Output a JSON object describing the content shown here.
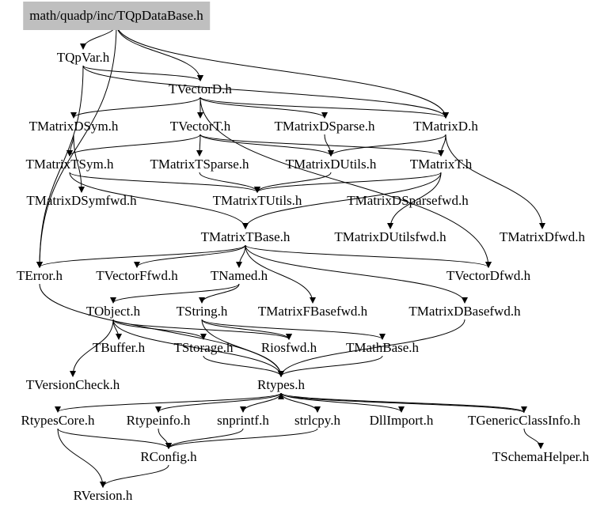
{
  "root": "math/quadp/inc/TQpDataBase.h",
  "nodes": [
    {
      "id": "root",
      "label": "math/quadp/inc/TQpDataBase.h"
    },
    {
      "id": "TQpVar",
      "label": "TQpVar.h"
    },
    {
      "id": "TVectorD",
      "label": "TVectorD.h"
    },
    {
      "id": "TMatrixDSym",
      "label": "TMatrixDSym.h"
    },
    {
      "id": "TVectorT",
      "label": "TVectorT.h"
    },
    {
      "id": "TMatrixDSparse",
      "label": "TMatrixDSparse.h"
    },
    {
      "id": "TMatrixD",
      "label": "TMatrixD.h"
    },
    {
      "id": "TMatrixTSym",
      "label": "TMatrixTSym.h"
    },
    {
      "id": "TMatrixTSparse",
      "label": "TMatrixTSparse.h"
    },
    {
      "id": "TMatrixDUtils",
      "label": "TMatrixDUtils.h"
    },
    {
      "id": "TMatrixT",
      "label": "TMatrixT.h"
    },
    {
      "id": "TMatrixDSymfwd",
      "label": "TMatrixDSymfwd.h"
    },
    {
      "id": "TMatrixTUtils",
      "label": "TMatrixTUtils.h"
    },
    {
      "id": "TMatrixDSparsefwd",
      "label": "TMatrixDSparsefwd.h"
    },
    {
      "id": "TMatrixTBase",
      "label": "TMatrixTBase.h"
    },
    {
      "id": "TMatrixDUtilsfwd",
      "label": "TMatrixDUtilsfwd.h"
    },
    {
      "id": "TMatrixDfwd",
      "label": "TMatrixDfwd.h"
    },
    {
      "id": "TError",
      "label": "TError.h"
    },
    {
      "id": "TVectorFfwd",
      "label": "TVectorFfwd.h"
    },
    {
      "id": "TNamed",
      "label": "TNamed.h"
    },
    {
      "id": "TVectorDfwd",
      "label": "TVectorDfwd.h"
    },
    {
      "id": "TObject",
      "label": "TObject.h"
    },
    {
      "id": "TString",
      "label": "TString.h"
    },
    {
      "id": "TMatrixFBasefwd",
      "label": "TMatrixFBasefwd.h"
    },
    {
      "id": "TMatrixDBasefwd",
      "label": "TMatrixDBasefwd.h"
    },
    {
      "id": "TBuffer",
      "label": "TBuffer.h"
    },
    {
      "id": "TStorage",
      "label": "TStorage.h"
    },
    {
      "id": "Riosfwd",
      "label": "Riosfwd.h"
    },
    {
      "id": "TMathBase",
      "label": "TMathBase.h"
    },
    {
      "id": "TVersionCheck",
      "label": "TVersionCheck.h"
    },
    {
      "id": "Rtypes",
      "label": "Rtypes.h"
    },
    {
      "id": "RtypesCore",
      "label": "RtypesCore.h"
    },
    {
      "id": "Rtypeinfo",
      "label": "Rtypeinfo.h"
    },
    {
      "id": "snprintf",
      "label": "snprintf.h"
    },
    {
      "id": "strlcpy",
      "label": "strlcpy.h"
    },
    {
      "id": "DllImport",
      "label": "DllImport.h"
    },
    {
      "id": "TGenericClassInfo",
      "label": "TGenericClassInfo.h"
    },
    {
      "id": "RConfig",
      "label": "RConfig.h"
    },
    {
      "id": "TSchemaHelper",
      "label": "TSchemaHelper.h"
    },
    {
      "id": "RVersion",
      "label": "RVersion.h"
    }
  ],
  "edges": [
    [
      "root",
      "TQpVar"
    ],
    [
      "root",
      "TVectorD"
    ],
    [
      "root",
      "TMatrixD"
    ],
    [
      "root",
      "TError"
    ],
    [
      "TQpVar",
      "TVectorD"
    ],
    [
      "TQpVar",
      "TMatrixD"
    ],
    [
      "TQpVar",
      "TError"
    ],
    [
      "TVectorD",
      "TVectorT"
    ],
    [
      "TVectorD",
      "TMatrixDSym"
    ],
    [
      "TVectorD",
      "TMatrixDSparse"
    ],
    [
      "TVectorD",
      "TMatrixD"
    ],
    [
      "TVectorD",
      "TVectorDfwd"
    ],
    [
      "TMatrixDSym",
      "TMatrixTSym"
    ],
    [
      "TMatrixDSym",
      "TMatrixDSymfwd"
    ],
    [
      "TVectorT",
      "TMatrixTSym"
    ],
    [
      "TVectorT",
      "TMatrixTSparse"
    ],
    [
      "TVectorT",
      "TMatrixDUtils"
    ],
    [
      "TVectorT",
      "TMatrixT"
    ],
    [
      "TMatrixDSparse",
      "TMatrixDUtils"
    ],
    [
      "TMatrixD",
      "TMatrixT"
    ],
    [
      "TMatrixD",
      "TMatrixDUtils"
    ],
    [
      "TMatrixD",
      "TMatrixDfwd"
    ],
    [
      "TMatrixTSym",
      "TMatrixTUtils"
    ],
    [
      "TMatrixTSym",
      "TMatrixTBase"
    ],
    [
      "TMatrixTSparse",
      "TMatrixTUtils"
    ],
    [
      "TMatrixDUtils",
      "TMatrixTUtils"
    ],
    [
      "TMatrixT",
      "TMatrixTUtils"
    ],
    [
      "TMatrixT",
      "TMatrixTBase"
    ],
    [
      "TMatrixT",
      "TMatrixDUtilsfwd"
    ],
    [
      "TMatrixTBase",
      "TError"
    ],
    [
      "TMatrixTBase",
      "TVectorFfwd"
    ],
    [
      "TMatrixTBase",
      "TNamed"
    ],
    [
      "TMatrixTBase",
      "TVectorDfwd"
    ],
    [
      "TMatrixTBase",
      "TMatrixFBasefwd"
    ],
    [
      "TMatrixTBase",
      "TMatrixDBasefwd"
    ],
    [
      "TNamed",
      "TObject"
    ],
    [
      "TNamed",
      "TString"
    ],
    [
      "TObject",
      "TBuffer"
    ],
    [
      "TObject",
      "TStorage"
    ],
    [
      "TObject",
      "Riosfwd"
    ],
    [
      "TObject",
      "Rtypes"
    ],
    [
      "TObject",
      "TVersionCheck"
    ],
    [
      "TString",
      "Riosfwd"
    ],
    [
      "TString",
      "TMathBase"
    ],
    [
      "TString",
      "Rtypes"
    ],
    [
      "TError",
      "Rtypes"
    ],
    [
      "TStorage",
      "Rtypes"
    ],
    [
      "TMathBase",
      "Rtypes"
    ],
    [
      "TMatrixDBasefwd",
      "Rtypes"
    ],
    [
      "Rtypes",
      "RtypesCore"
    ],
    [
      "Rtypes",
      "Rtypeinfo"
    ],
    [
      "Rtypes",
      "snprintf"
    ],
    [
      "Rtypes",
      "strlcpy"
    ],
    [
      "Rtypes",
      "DllImport"
    ],
    [
      "Rtypes",
      "TGenericClassInfo"
    ],
    [
      "TGenericClassInfo",
      "TSchemaHelper"
    ],
    [
      "TGenericClassInfo",
      "Rtypes"
    ],
    [
      "RtypesCore",
      "RConfig"
    ],
    [
      "RtypesCore",
      "RVersion"
    ],
    [
      "Rtypeinfo",
      "RConfig"
    ],
    [
      "snprintf",
      "RConfig"
    ],
    [
      "strlcpy",
      "RConfig"
    ],
    [
      "RConfig",
      "RVersion"
    ]
  ]
}
